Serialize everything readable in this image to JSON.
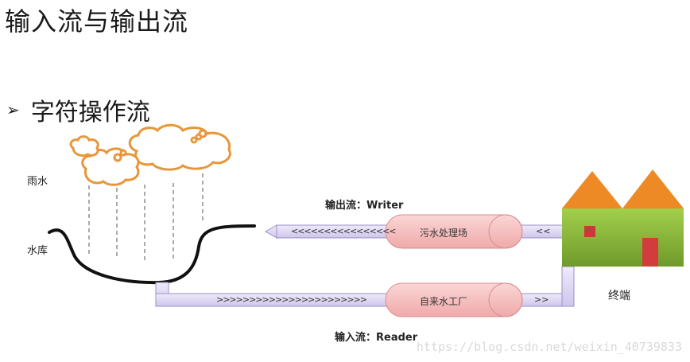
{
  "title": "输入流与输出流",
  "bullet": {
    "marker": "➢",
    "text": "字符操作流"
  },
  "labels": {
    "rain": "雨水",
    "reservoir": "水库",
    "terminal": "终端"
  },
  "output_flow": {
    "label": "输出流：Writer",
    "tank": "污水处理场",
    "arrows_long": "<<<<<<<<<<<<<<<<",
    "arrows_short": "<<"
  },
  "input_flow": {
    "label": "输入流：Reader",
    "tank": "自来水工厂",
    "arrows_long": ">>>>>>>>>>>>>>>>>>>>>>>",
    "arrows_short": ">>"
  },
  "watermark": "https://blog.csdn.net/weixin_40739833",
  "colors": {
    "cloud": "#e8963a",
    "pipe": "#dcd6f0",
    "pipe_border": "#9a91c4",
    "tank": "#f6c1c1",
    "roof": "#ee8a25",
    "house": "#8bb83c",
    "door": "#d23c3c"
  }
}
